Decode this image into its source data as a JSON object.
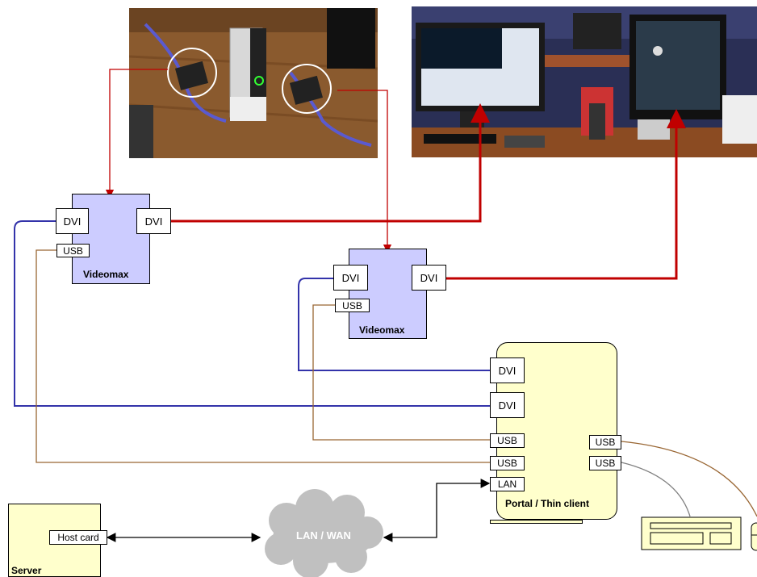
{
  "videomax_left": {
    "label": "Videomax",
    "port_in": "DVI",
    "port_out": "DVI",
    "port_usb": "USB"
  },
  "videomax_right": {
    "label": "Videomax",
    "port_in": "DVI",
    "port_out": "DVI",
    "port_usb": "USB"
  },
  "thin_client": {
    "label": "Portal / Thin client",
    "port_dvi_1": "DVI",
    "port_dvi_2": "DVI",
    "port_usb_1": "USB",
    "port_usb_2": "USB",
    "port_usb_3": "USB",
    "port_usb_4": "USB",
    "port_lan": "LAN"
  },
  "server": {
    "label": "Server",
    "host_card": "Host card"
  },
  "network": {
    "label": "LAN / WAN"
  },
  "colors": {
    "video_wire": "#c00000",
    "dvi_wire": "#3333aa",
    "usb_wire": "#996633",
    "usb_gray_wire": "#808080",
    "unit_fill": "#ccccff",
    "client_fill": "#ffffcc",
    "cloud_fill": "#c0c0c0"
  }
}
